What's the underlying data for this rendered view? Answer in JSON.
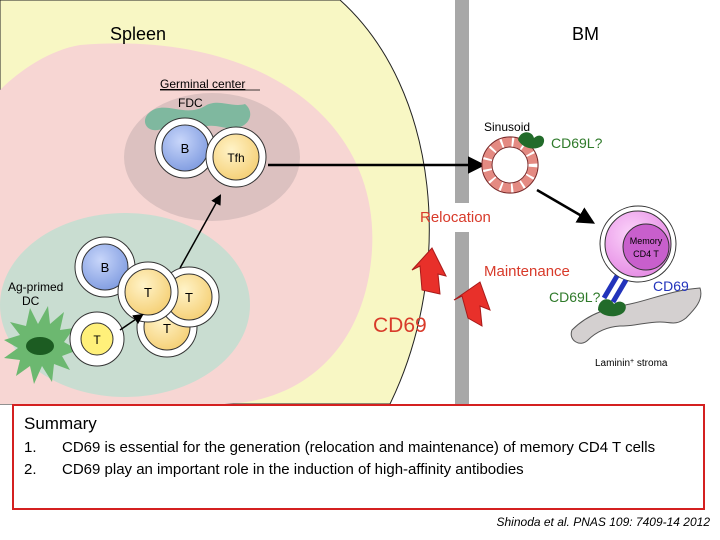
{
  "labels": {
    "spleen": "Spleen",
    "bm": "BM",
    "germinal_center": "Germinal center",
    "fdc": "FDC",
    "b_cell": "B",
    "tfh": "Tfh",
    "t_cell": "T",
    "ag_primed_line1": "Ag-primed",
    "ag_primed_line2": "DC",
    "sinusoid": "Sinusoid",
    "cd69l_top": "CD69L?",
    "cd69l_bottom": "CD69L?",
    "relocation": "Relocation",
    "maintenance": "Maintenance",
    "cd69_big": "CD69",
    "cd69_small": "CD69",
    "memory_line1": "Memory",
    "memory_line2": "CD4 T",
    "laminin": "Laminin",
    "laminin_sup": "+",
    "stroma": " stroma"
  },
  "summary": {
    "title": "Summary",
    "items": [
      {
        "num": "1.",
        "text": "CD69 is essential for the generation (relocation and maintenance) of memory CD4 T cells"
      },
      {
        "num": "2.",
        "text": "CD69 play an important role in the induction of high-affinity antibodies"
      }
    ]
  },
  "citation": "Shinoda et al. PNAS 109: 7409-14 2012",
  "colors": {
    "spleen_fill": "#f8f7c4",
    "pink_zone": "#f7d6d3",
    "teal_zone": "#c9ddd1",
    "gc_fill": "#dcc1c0",
    "b_cell": "#8fa8e8",
    "t_cell": "#fde49c",
    "memory": "#f0a0ee",
    "stroma": "#d4d0d0",
    "green": "#226b2a",
    "red_text": "#d83a2a",
    "bar": "#a8a8a8",
    "blue_text": "#2233bb"
  }
}
